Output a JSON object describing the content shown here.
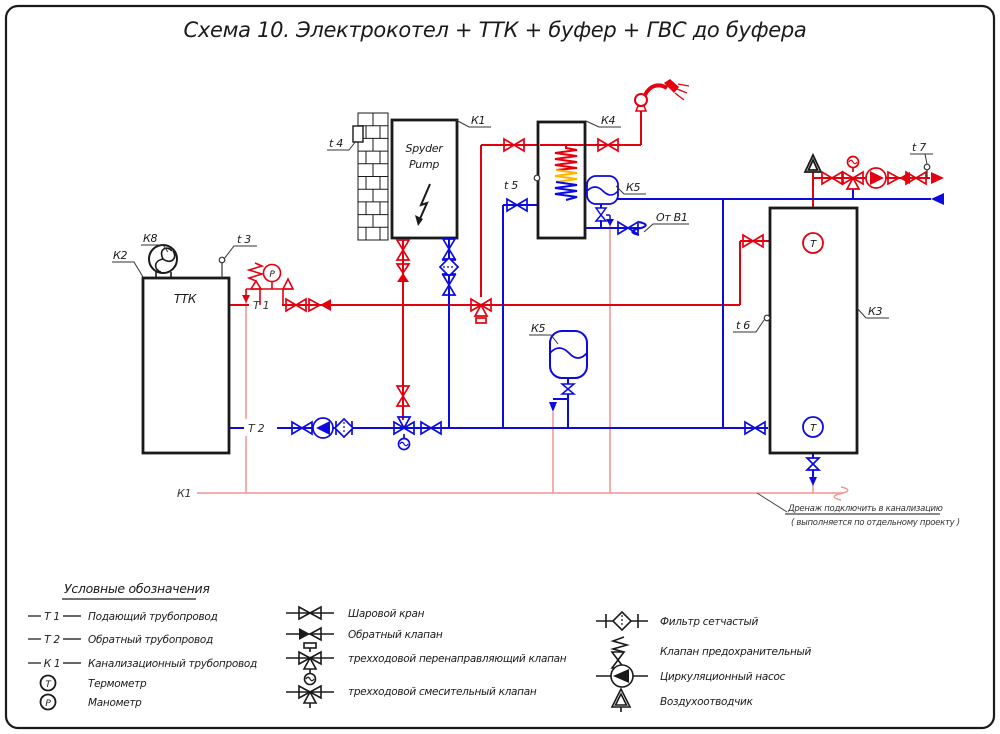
{
  "title": "Схема 10. Электрокотел + ТТК + буфер + ГВС до буфера",
  "colors": {
    "supply_red": "#e3000f",
    "return_blue": "#0b0bdf",
    "drain_pink": "#f2948f",
    "coil_yellow": "#ffb400",
    "line_black": "#1a1a1a"
  },
  "equipment": {
    "k1_label": "К1",
    "k1_name_line1": "Spyder",
    "k1_name_line2": "Pump",
    "k2_label": "К2",
    "k2_name": "ТТК",
    "k3_label": "К3",
    "k4_label": "К4",
    "k5_label_dhw": "К5",
    "k5_label_heating": "К5",
    "k8_label": "К8"
  },
  "sensors": {
    "t3": "t 3",
    "t4": "t 4",
    "t5": "t 5",
    "t6": "t 6",
    "t7": "t 7"
  },
  "pipe_labels": {
    "supply": "T 1",
    "return": "T 2",
    "sewer": "К1"
  },
  "annotations": {
    "from_b1": "От В1",
    "drain_note_line1": "Дренаж подключить в канализацию",
    "drain_note_line2": "( выполняется по отдельному проекту )"
  },
  "instruments": {
    "thermometer_letter": "T",
    "manometer_letter": "P"
  },
  "legend": {
    "title": "Условные обозначения",
    "pipes": [
      {
        "tag": "T 1",
        "label": "Подающий трубопровод"
      },
      {
        "tag": "T 2",
        "label": "Обратный трубопровод"
      },
      {
        "tag": "К 1",
        "label": "Канализационный трубопровод"
      }
    ],
    "instruments": [
      {
        "symbol": "thermometer-icon",
        "letter": "T",
        "label": "Термометр"
      },
      {
        "symbol": "manometer-icon",
        "letter": "P",
        "label": "Манометр"
      }
    ],
    "valves": [
      {
        "symbol": "ball-valve-icon",
        "label": "Шаровой кран"
      },
      {
        "symbol": "check-valve-icon",
        "label": "Обратный клапан"
      },
      {
        "symbol": "three-way-diverting-valve-icon",
        "label": "трехходовой перенаправляющий клапан"
      },
      {
        "symbol": "three-way-mixing-valve-icon",
        "label": "трехходовой смесительный клапан"
      }
    ],
    "devices": [
      {
        "symbol": "strainer-filter-icon",
        "label": "Фильтр сетчастый"
      },
      {
        "symbol": "safety-valve-icon",
        "label": "Клапан предохранительный"
      },
      {
        "symbol": "circulation-pump-icon",
        "label": "Циркуляционный насос"
      },
      {
        "symbol": "air-vent-icon",
        "label": "Воздухоотводчик"
      }
    ]
  }
}
